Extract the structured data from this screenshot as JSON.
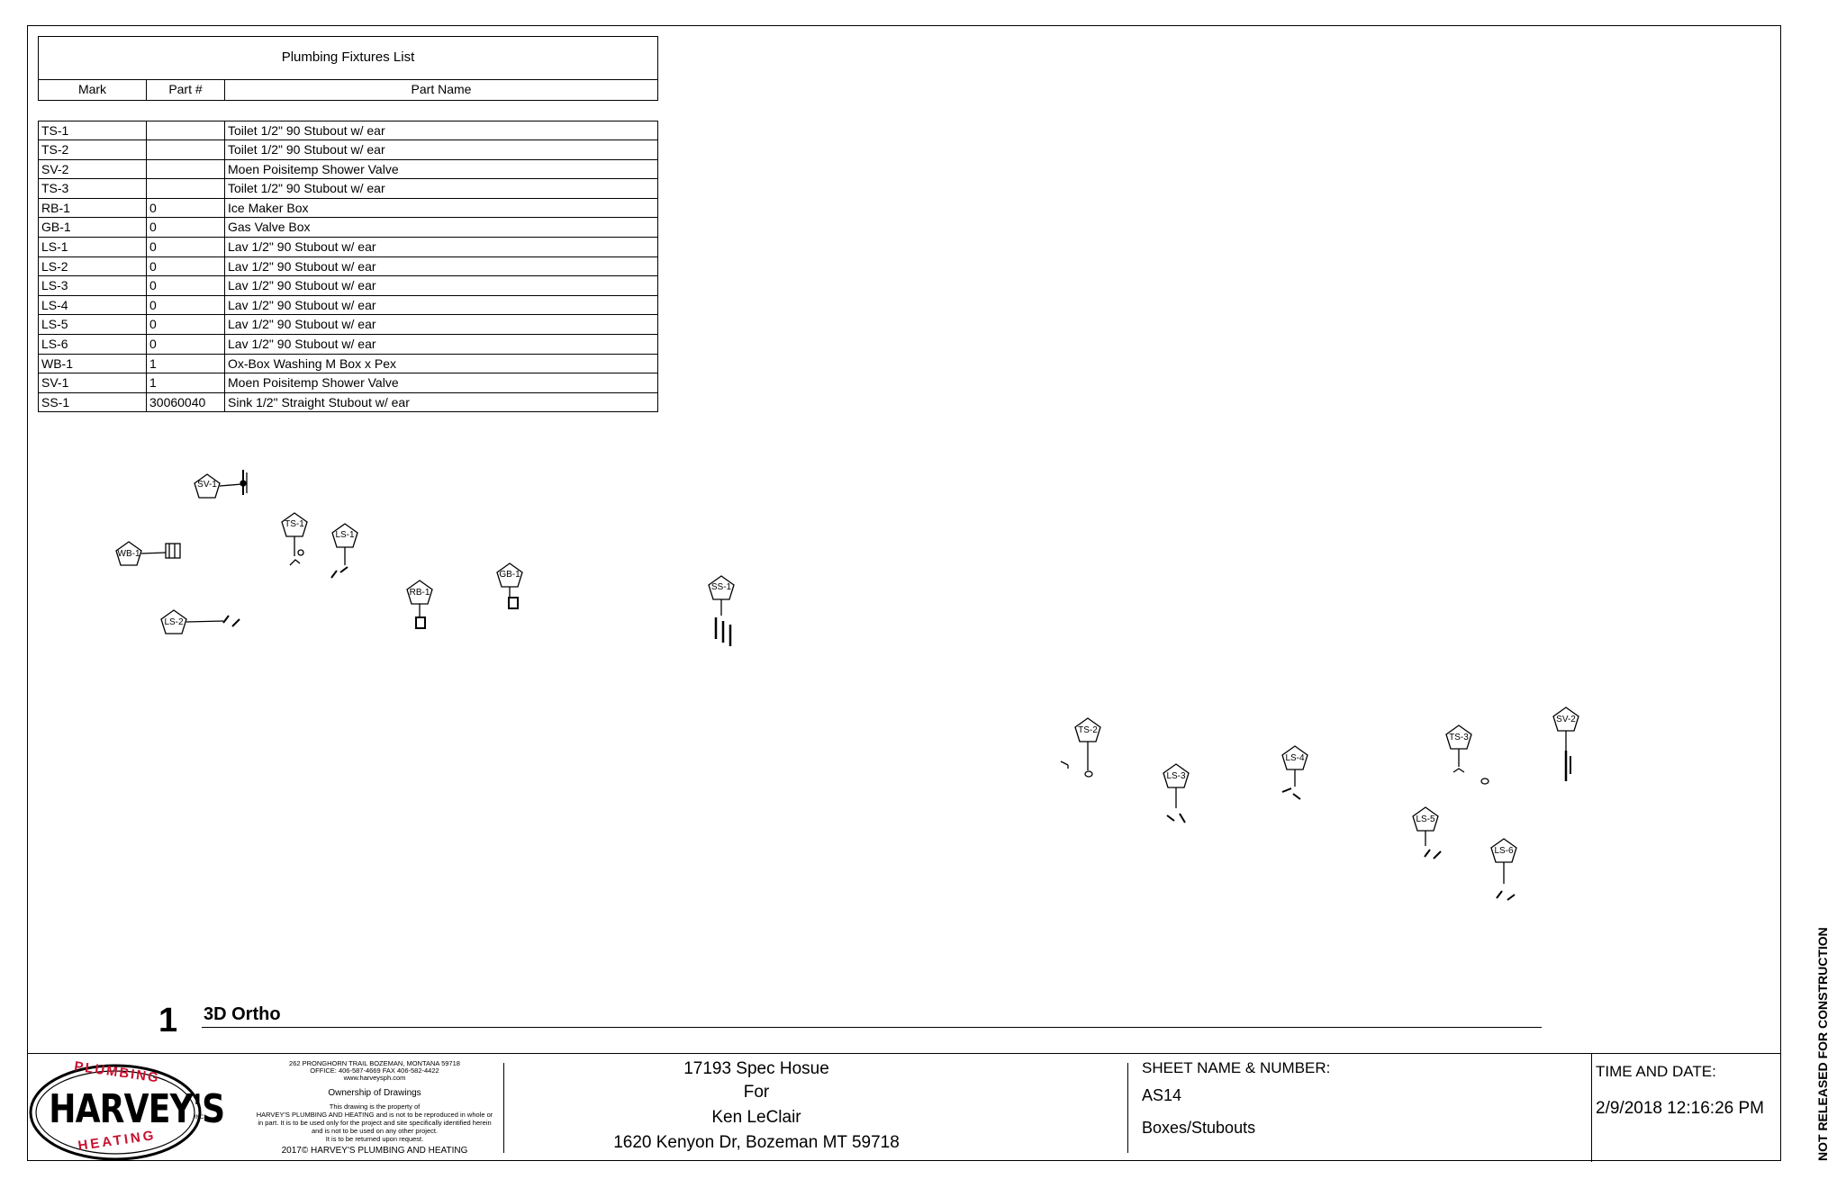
{
  "fixtures_table": {
    "title": "Plumbing Fixtures List",
    "headers": [
      "Mark",
      "Part #",
      "Part Name"
    ],
    "rows": [
      [
        "TS-1",
        "",
        "Toilet 1/2\" 90 Stubout w/ ear"
      ],
      [
        "TS-2",
        "",
        "Toilet 1/2\" 90 Stubout w/ ear"
      ],
      [
        "SV-2",
        "",
        "Moen Poisitemp Shower Valve"
      ],
      [
        "TS-3",
        "",
        "Toilet 1/2\" 90 Stubout w/ ear"
      ],
      [
        "RB-1",
        "0",
        "Ice Maker Box"
      ],
      [
        "GB-1",
        "0",
        "Gas Valve Box"
      ],
      [
        "LS-1",
        "0",
        "Lav 1/2\" 90 Stubout w/ ear"
      ],
      [
        "LS-2",
        "0",
        "Lav 1/2\" 90 Stubout w/ ear"
      ],
      [
        "LS-3",
        "0",
        "Lav 1/2\" 90 Stubout w/ ear"
      ],
      [
        "LS-4",
        "0",
        "Lav 1/2\" 90 Stubout w/ ear"
      ],
      [
        "LS-5",
        "0",
        "Lav 1/2\" 90 Stubout w/ ear"
      ],
      [
        "LS-6",
        "0",
        "Lav 1/2\" 90 Stubout w/ ear"
      ],
      [
        "WB-1",
        "1",
        "Ox-Box Washing M Box x Pex"
      ],
      [
        "SV-1",
        "1",
        "Moen Poisitemp Shower Valve"
      ],
      [
        "SS-1",
        "30060040",
        "Sink 1/2\" Straight Stubout w/ ear"
      ]
    ]
  },
  "tags": {
    "sv1": "SV-1",
    "wb1": "WB-1",
    "ts1": "TS-1",
    "ls1": "LS-1",
    "ls2": "LS-2",
    "rb1": "RB-1",
    "gb1": "GB-1",
    "ss1": "SS-1",
    "ts2": "TS-2",
    "ls3": "LS-3",
    "ls4": "LS-4",
    "ts3": "TS-3",
    "sv2": "SV-2",
    "ls5": "LS-5",
    "ls6": "LS-6"
  },
  "view": {
    "number": "1",
    "name": "3D Ortho"
  },
  "title_block": {
    "logo": {
      "top": "PLUMBING",
      "main": "HARVEY'S",
      "bottom": "HEATING",
      "inc": "INC."
    },
    "address": "262 PRONGHORN TRAIL BOZEMAN, MONTANA 59718",
    "phone": "OFFICE: 406-587-4669 FAX 406-582-4422",
    "web": "www.harveysph.com",
    "ownership_heading": "Ownership of Drawings",
    "ownership_lines": [
      "This drawing is the property of",
      "HARVEY'S PLUMBING AND HEATING and is not to be reproduced in whole or",
      "in part. It is to be used only for the project and site specifically identified herein",
      "and is not to be used on any other project.",
      "It is to be returned upon request."
    ],
    "copyright": "2017© HARVEY'S PLUMBING AND HEATING",
    "project_name": "17193 Spec Hosue",
    "for_label": "For",
    "client": "Ken LeClair",
    "project_address": "1620 Kenyon Dr, Bozeman MT 59718",
    "sheet_label": "SHEET NAME & NUMBER:",
    "sheet_number": "AS14",
    "sheet_name": "Boxes/Stubouts",
    "time_label": "TIME AND DATE:",
    "time_value": "2/9/2018 12:16:26 PM"
  },
  "side_note": "NOT RELEASED FOR CONSTRUCTION"
}
